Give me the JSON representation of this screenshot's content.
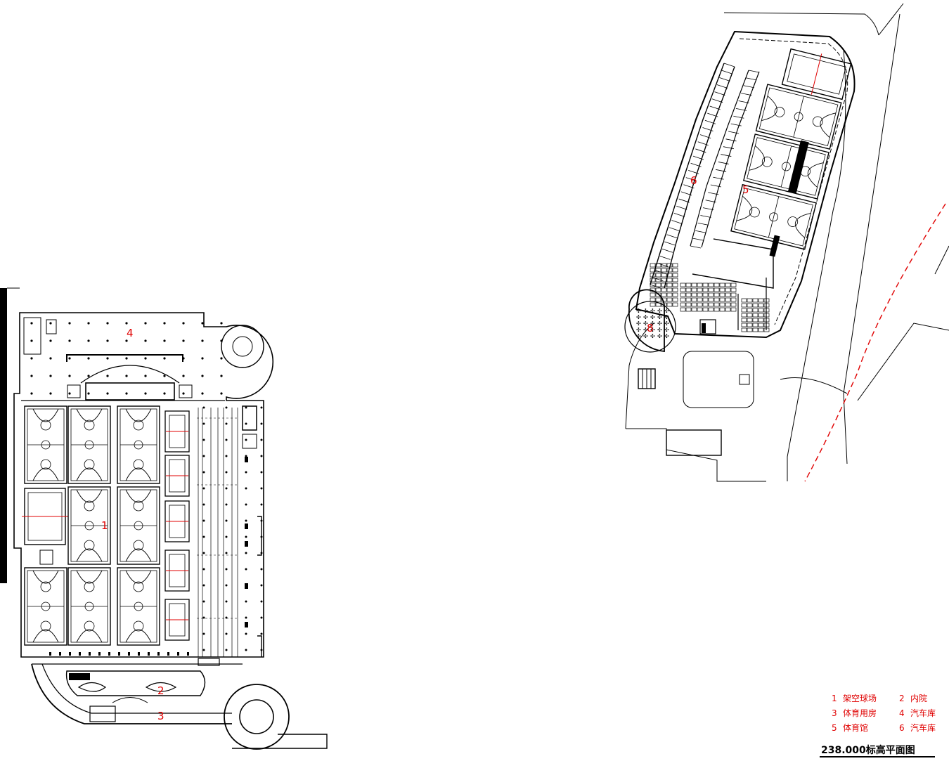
{
  "plan_labels": {
    "west": {
      "court": "1",
      "courtyard": "2",
      "sports_rooms": "3",
      "garage": "4"
    },
    "east": {
      "gym": "5",
      "garage": "6",
      "seating": "8"
    }
  },
  "legend": {
    "items": [
      {
        "num": "1",
        "text": "架空球场"
      },
      {
        "num": "2",
        "text": "内院"
      },
      {
        "num": "3",
        "text": "体育用房"
      },
      {
        "num": "4",
        "text": "汽车库"
      },
      {
        "num": "5",
        "text": "体育馆"
      },
      {
        "num": "6",
        "text": "汽车库"
      }
    ]
  },
  "title": "238.000标高平面图",
  "colors": {
    "label": "#e00000",
    "line": "#000000",
    "background": "#ffffff"
  }
}
